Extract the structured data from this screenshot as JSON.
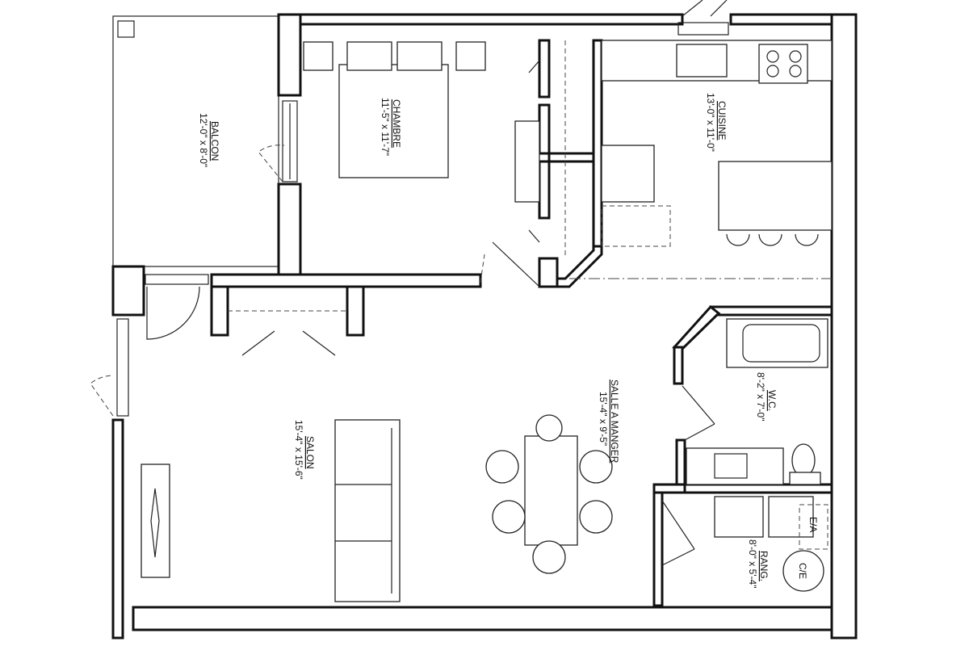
{
  "rooms": {
    "balcon": {
      "name": "BALCON",
      "dims": "12'-0\" x 8'-0\""
    },
    "chambre": {
      "name": "CHAMBRE",
      "dims": "11'-5\" x 11'-7\""
    },
    "cuisine": {
      "name": "CUISINE",
      "dims": "13'-0\" x 11'-0\""
    },
    "salle_a_manger": {
      "name": "SALLE A MANGER",
      "dims": "15'-4\" x 9'-5\""
    },
    "salon": {
      "name": "SALON",
      "dims": "15'-4\" x 15'-6\""
    },
    "wc": {
      "name": "W.C.",
      "dims": "8'-2\" x 7'-0\""
    },
    "rang": {
      "name": "RANG.",
      "dims": "8'-0\" x 5'-4\""
    }
  },
  "fixtures": {
    "water_heater": "C/E",
    "air_exchanger": "E/A"
  }
}
